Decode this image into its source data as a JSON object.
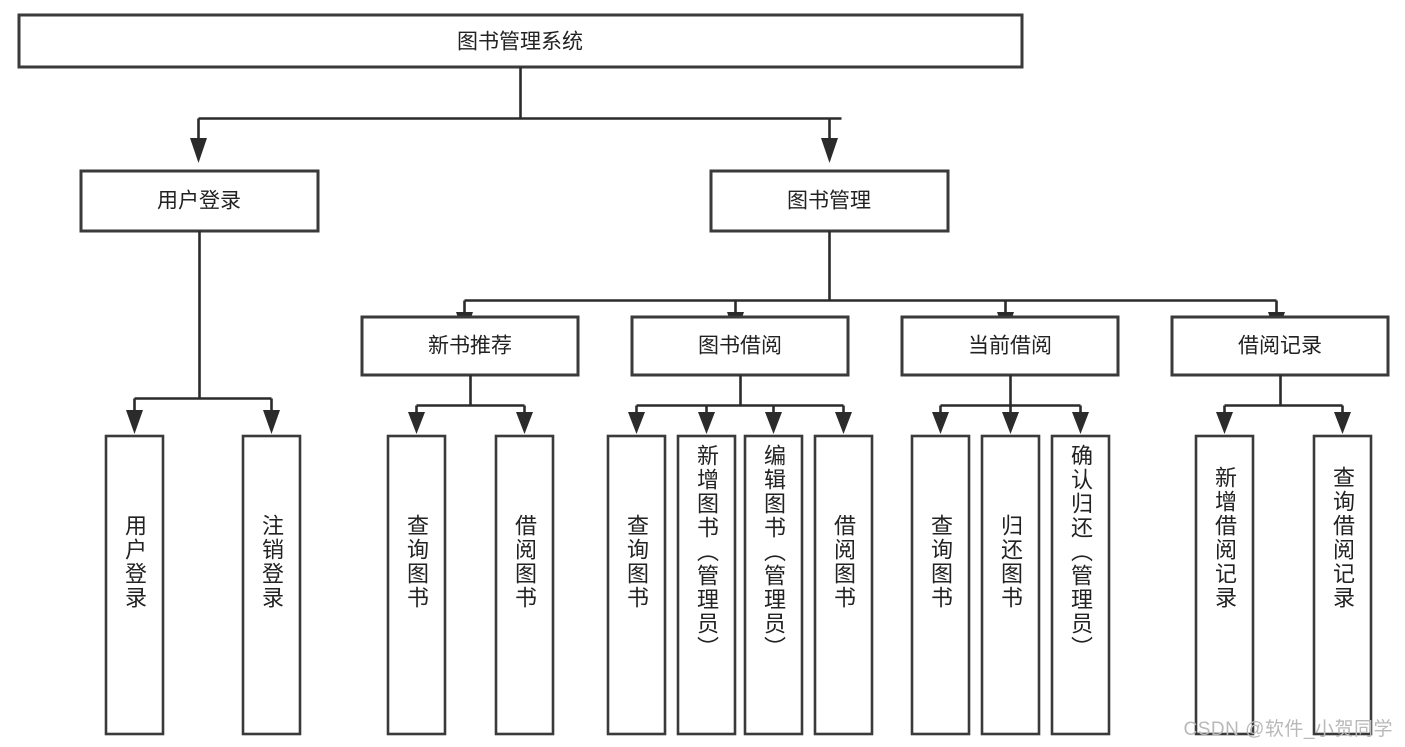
{
  "diagram": {
    "type": "tree-hierarchy-chart",
    "title": "图书管理系统",
    "root": {
      "id": "root",
      "label": "图书管理系统"
    },
    "level2": [
      {
        "id": "user-login",
        "label": "用户登录"
      },
      {
        "id": "book-management",
        "label": "图书管理"
      }
    ],
    "level3": [
      {
        "id": "new-book-recommend",
        "label": "新书推荐",
        "parent": "book-management"
      },
      {
        "id": "book-borrow",
        "label": "图书借阅",
        "parent": "book-management"
      },
      {
        "id": "current-borrow",
        "label": "当前借阅",
        "parent": "book-management"
      },
      {
        "id": "borrow-record",
        "label": "借阅记录",
        "parent": "book-management"
      }
    ],
    "leaves": [
      {
        "id": "leaf-user-login",
        "label": "用户登录",
        "parent": "user-login"
      },
      {
        "id": "leaf-logout-login",
        "label": "注销登录",
        "parent": "user-login"
      },
      {
        "id": "leaf-query-book-1",
        "label": "查询图书",
        "parent": "new-book-recommend"
      },
      {
        "id": "leaf-borrow-book-1",
        "label": "借阅图书",
        "parent": "new-book-recommend"
      },
      {
        "id": "leaf-query-book-2",
        "label": "查询图书",
        "parent": "book-borrow"
      },
      {
        "id": "leaf-add-book",
        "label": "新增图书（管理员）",
        "parent": "book-borrow"
      },
      {
        "id": "leaf-edit-book",
        "label": "编辑图书（管理员）",
        "parent": "book-borrow"
      },
      {
        "id": "leaf-borrow-book-2",
        "label": "借阅图书",
        "parent": "book-borrow"
      },
      {
        "id": "leaf-query-book-3",
        "label": "查询图书",
        "parent": "current-borrow"
      },
      {
        "id": "leaf-return-book",
        "label": "归还图书",
        "parent": "current-borrow"
      },
      {
        "id": "leaf-confirm-return",
        "label": "确认归还（管理员）",
        "parent": "current-borrow"
      },
      {
        "id": "leaf-add-record",
        "label": "新增借阅记录",
        "parent": "borrow-record"
      },
      {
        "id": "leaf-query-record",
        "label": "查询借阅记录",
        "parent": "borrow-record"
      }
    ]
  },
  "watermark": {
    "text": "CSDN @软件_小贺同学"
  },
  "colors": {
    "background": "#ffffff",
    "box_border": "#3a3a3a",
    "connector": "#2b2b2b",
    "text": "#222222",
    "watermark": "#b9b9b9"
  }
}
